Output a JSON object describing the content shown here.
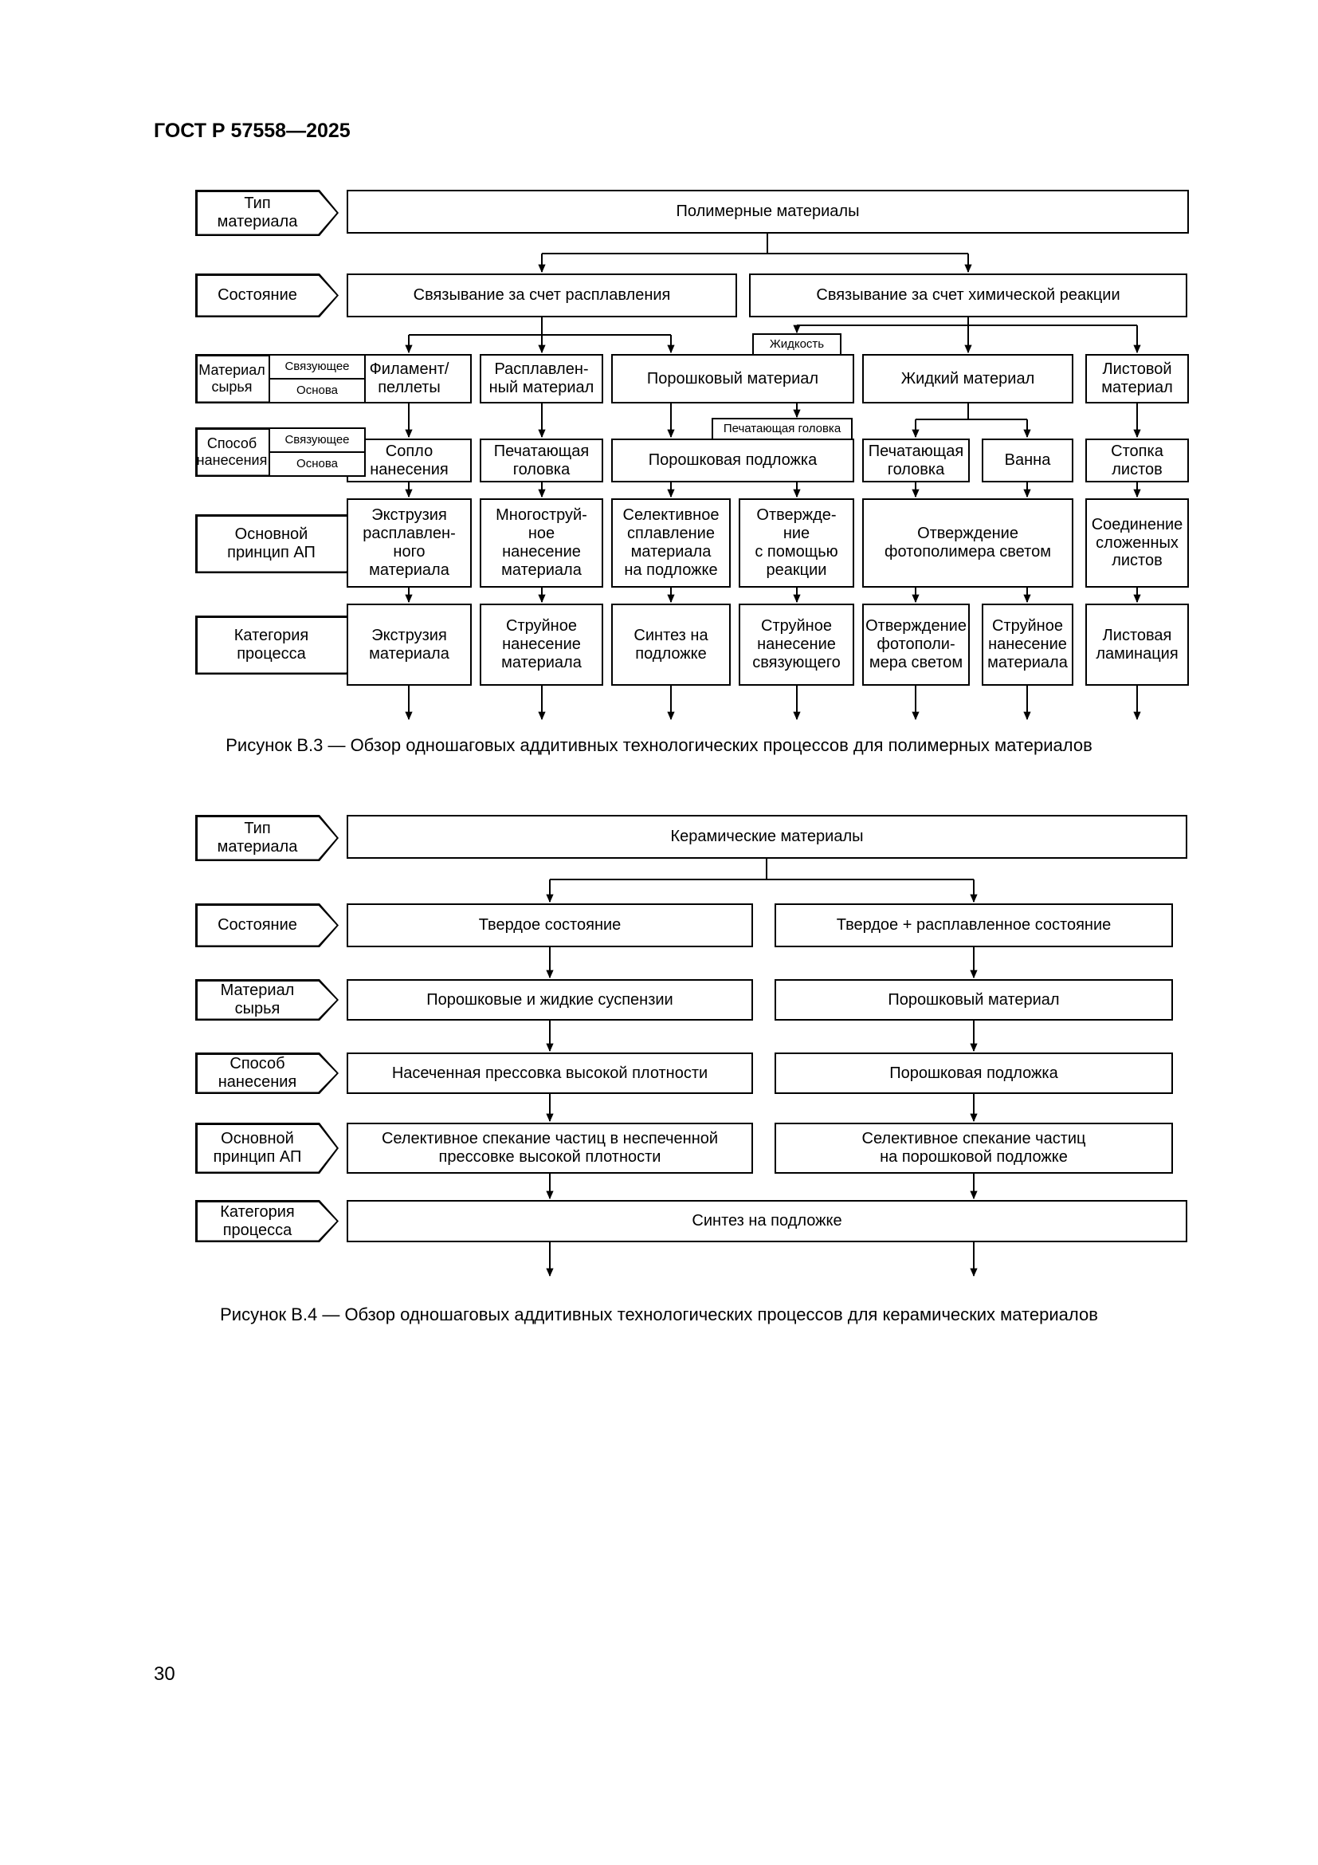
{
  "header": {
    "title": "ГОСТ Р 57558—2025"
  },
  "footer": {
    "page_number": "30"
  },
  "d1": {
    "label_type": "Тип\nматериала",
    "label_state": "Состояние",
    "label_feed": "Материал\nсырья",
    "label_apply": "Способ\nнанесения",
    "label_principle": "Основной\nпринцип АП",
    "label_category": "Категория\nпроцесса",
    "binder": "Связующее",
    "base": "Основа",
    "material": "Полимерные материалы",
    "state": [
      "Связывание за счет расплавления",
      "Связывание за счет химической реакции"
    ],
    "liquid_tab": "Жидкость",
    "feed": [
      "Филамент/\nпеллеты",
      "Расплавлен-\nный материал",
      "Порошковый материал",
      "Жидкий материал",
      "Листовой\nматериал"
    ],
    "printhead_tab": "Печатающая головка",
    "apply": [
      "Сопло\nнанесения",
      "Печатающая\nголовка",
      "Порошковая подложка",
      "Печатающая\nголовка",
      "Ванна",
      "Стопка\nлистов"
    ],
    "principle": [
      "Экструзия\nрасплавлен-\nного\nматериала",
      "Многоструй-\nное\nнанесение\nматериала",
      "Селективное\nсплавление\nматериала\nна подложке",
      "Отвержде-\nние\nс помощью\nреакции",
      "Отверждение\nфотополимера светом",
      "Соединение\nсложенных\nлистов"
    ],
    "category": [
      "Экструзия\nматериала",
      "Струйное\nнанесение\nматериала",
      "Синтез на\nподложке",
      "Струйное\nнанесение\nсвязующего",
      "Отверждение\nфотополи-\nмера светом",
      "Струйное\nнанесение\nматериала",
      "Листовая\nламинация"
    ],
    "caption": "Рисунок В.3 — Обзор одношаговых аддитивных технологических процессов для полимерных материалов"
  },
  "d2": {
    "label_type": "Тип\nматериала",
    "label_state": "Состояние",
    "label_feed": "Материал\nсырья",
    "label_apply": "Способ\nнанесения",
    "label_principle": "Основной\nпринцип АП",
    "label_category": "Категория\nпроцесса",
    "material": "Керамические материалы",
    "state": [
      "Твердое состояние",
      "Твердое + расплавленное состояние"
    ],
    "feed": [
      "Порошковые и жидкие суспензии",
      "Порошковый материал"
    ],
    "apply": [
      "Насеченная прессовка высокой плотности",
      "Порошковая подложка"
    ],
    "principle": [
      "Селективное спекание частиц в неспеченной\nпрессовке высокой плотности",
      "Селективное спекание частиц\nна порошковой подложке"
    ],
    "category": "Синтез на подложке",
    "caption": "Рисунок В.4 — Обзор одношаговых аддитивных технологических процессов для керамических материалов"
  }
}
